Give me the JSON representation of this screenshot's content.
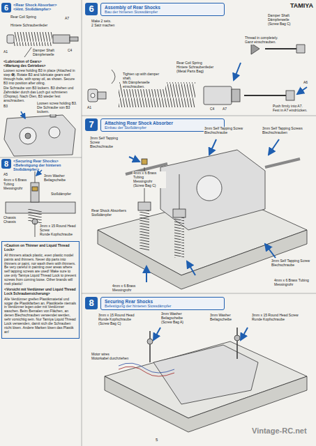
{
  "diagram": {
    "nodes": [
      {
        "text": [
          "6",
          "<Rear Shock Absorber>",
          "<Hint. Stoßdämpfer>"
        ]
      },
      {
        "text": [
          "8",
          "<Securing Rear Shocks>",
          "<Befestigung der hinteren Stoßdämpfer>"
        ]
      },
      {
        "text": [
          "<Caution on Thinner and Liquid Thread Lock>",
          "All thinners attack plastic, even plastic model paints and thinners. Never dip parts into thinners or paint, nor wash them with thinners. Be very careful in painting over areas where self tapping screws are used! Make sure to use only Tamiya Liquid Thread Lock to prevent screws from coming loose. Other brands will melt plastic!",
          "<Vorsicht mit Verdünner und Liquid Thread Lock Schraubensicherung>",
          "Alle Verdünner greifen Plastikmaterial und sogar die Plastikfarben an. Plastikteile niemals in Verdünner legen oder mit Verdünner waschen. Beim Bemalen von Flächen, an denen Blechschrauben verwendet werden, sehr vorsichtig sein. Nur Tamiya Liquid Thread Lock verwenden, damit sich die Schrauben nicht lösen. Andere Marken lösen das Plastik an!"
        ]
      },
      {
        "text": [
          "6",
          "Assembly of Rear Shocks",
          "Bau der hinteren Stossdämpfer"
        ]
      },
      {
        "text": [
          "7",
          "Attaching Rear Shock Absorber",
          "Einbau der Stoßdämpfer"
        ]
      },
      {
        "text": [
          "8",
          "Securing Rear Shocks",
          "Befestigung der hinteren Stossdämpfer"
        ]
      }
    ],
    "labels": [
      "TAMIYA",
      "Rear Coil Spring",
      "Hintere Schraubenfeder",
      "A7",
      "A1",
      "Damper Shaft",
      "Dämpferwelle",
      "C4",
      "<Lubrication of Gears>",
      "<Wartung des Getriebes>",
      "Loosen screw holding B3 in place (Attached in step ❻). Rotate B3 and lubricate gears well through hole, with spray oil, as shown. Secure B3 into position after oiling.",
      "Die Schraube von B3 lockern. B3 drehen und Zahnräder durch das Loch gut schmieren (Ölspray). Nach Ölen, B3 wieder fest anschrauben.",
      "B3",
      "Loosen screw holding B3.",
      "Die Schraube von B3 lockern.",
      "A5",
      "4mm x 6 Brass Tubing",
      "Messingrohr",
      "3mm Washer",
      "Beilagscheibe",
      "Stoßdämpfer",
      "Chassis",
      "Chassis",
      "3mm x 15 Round Head Screw",
      "Runde Kopfschraube",
      "Make 2 sets.",
      "2 Satz machen",
      "Damper Shaft",
      "Dämpferwelle",
      "(Screw Bag C)",
      "Thread in completely.",
      "Ganz einschrauben.",
      "Tighten up with damper shaft.",
      "Mit Dämpferwelle einschrauben.",
      "Rear Coil Spring",
      "Hintere Schraubenfeder",
      "(Metal Parts Bag)",
      "A1",
      "C4",
      "A7",
      "A6",
      "Push firmly into A7.",
      "Fest in A7 eindrücken.",
      "3mm Self Tapping Screw",
      "Blechschraube",
      "4mm x 6 Brass Tubing",
      "Messingrohr",
      "(Screw Bag C)",
      "3mm Self Tapping Screw",
      "Blechschraube",
      "3mm Self Tapping Screws",
      "Blechschrauben",
      "Rear Shock Absorbers",
      "Stoßdämpfer",
      "3mm Self Tapping Screw",
      "Blechschraube",
      "4mm x 6 Brass Tubings",
      "Messingrohr",
      "4mm x 6 Brass Tubing",
      "Messingrohr",
      "3mm x 15 Round Head Screw",
      "Runde Kopfschraube",
      "(Screw Bag C)",
      "3mm Washer",
      "Beilagscheibe",
      "(Screw Bag A)",
      "3mm Washer",
      "Beilagscheibe",
      "3mm x 15 Round Head Screw",
      "Runde Kopfschraube",
      "Motor wires",
      "Motorkabel durchziehen",
      "5",
      "Vintage-RC.net"
    ]
  }
}
